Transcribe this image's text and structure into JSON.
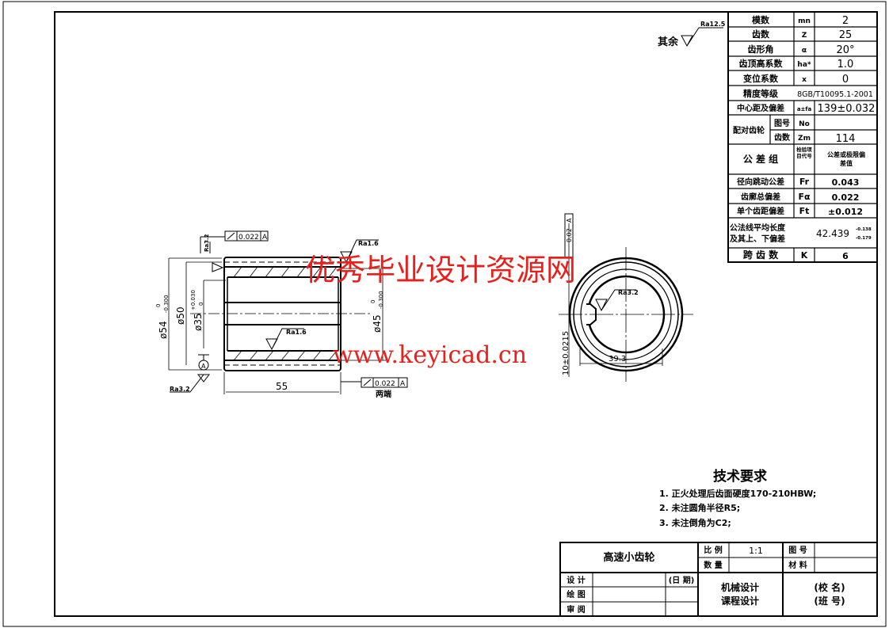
{
  "drawing": {
    "surface_note": {
      "label": "其余",
      "roughness": "Ra12.5"
    },
    "param_table": {
      "rows": [
        {
          "name": "模数",
          "symbol": "mn",
          "value": "2"
        },
        {
          "name": "齿数",
          "symbol": "Z",
          "value": "25"
        },
        {
          "name": "齿形角",
          "symbol": "α",
          "value": "20°"
        },
        {
          "name": "齿顶高系数",
          "symbol": "ha*",
          "value": "1.0"
        },
        {
          "name": "变位系数",
          "symbol": "x",
          "value": "0"
        },
        {
          "name": "精度等级",
          "value": "8GB/T10095.1-2001"
        },
        {
          "name": "中心距及偏差",
          "symbol": "a±fa",
          "value": "139±0.032"
        }
      ],
      "mating": {
        "name": "配对齿轮",
        "sub1": "图号",
        "sym1": "No",
        "val1": "",
        "sub2": "齿数",
        "sym2": "Zm",
        "val2": "114"
      },
      "tolerance_header": {
        "name": "公 差 组",
        "symbol": "检验项目代号",
        "value": "公差或极限偏差值"
      },
      "tol_rows": [
        {
          "name": "径向跳动公差",
          "symbol": "Fr",
          "value": "0.043"
        },
        {
          "name": "齿廓总偏差",
          "symbol": "Fα",
          "value": "0.022"
        },
        {
          "name": "单个齿距偏差",
          "symbol": "Ft",
          "value": "±0.012"
        }
      ],
      "wkn": {
        "name1": "公法线平均长度",
        "name2": "及其上、下偏差",
        "value": "42.439",
        "upper": "-0.138",
        "lower": "-0.179"
      },
      "span": {
        "name": "跨 齿 数",
        "symbol": "K",
        "value": "6"
      }
    },
    "front_view": {
      "dims": {
        "d54": "ø54",
        "d54_tol_up": "0",
        "d54_tol_lo": "-0.300",
        "d50": "ø50",
        "d35": "ø35",
        "d35_tol_up": "+0.030",
        "d35_tol_lo": "0",
        "d45": "ø45",
        "d45_tol_up": "0",
        "d45_tol_lo": "-0.300",
        "length": "55"
      },
      "runout_top": {
        "value": "0.022",
        "datum": "A"
      },
      "runout_bottom": {
        "value": "0.022",
        "datum": "A",
        "note": "两端"
      },
      "roughness": [
        "Ra3.2",
        "Ra1.6",
        "Ra1.6",
        "Ra3.2"
      ],
      "datum": "A"
    },
    "side_view": {
      "symmetry": {
        "value": "0.02",
        "datum": "A"
      },
      "keyway_width": "10±0.0215",
      "keyway_depth": "39.3",
      "roughness": "Ra3.2"
    },
    "tech_req": {
      "title": "技术要求",
      "items": [
        "1. 正火处理后齿面硬度170-210HBW;",
        "2. 未注圆角半径R5;",
        "3. 未注倒角为C2;"
      ]
    },
    "title_block": {
      "part_name": "高速小齿轮",
      "scale_label": "比 例",
      "scale_value": "1:1",
      "qty_label": "数 量",
      "qty_value": "",
      "dwg_no_label": "图 号",
      "dwg_no_value": "",
      "material_label": "材 料",
      "material_value": "",
      "design_label": "设 计",
      "draw_label": "绘 图",
      "review_label": "审 阅",
      "date_label": "(日 期)",
      "course1": "机械设计",
      "course2": "课程设计",
      "school": "(校 名)",
      "class": "(班 号)"
    }
  },
  "watermark": {
    "line1": "优秀毕业设计资源网",
    "line2": "www.keyicad.cn",
    "color": "#e8201c"
  }
}
